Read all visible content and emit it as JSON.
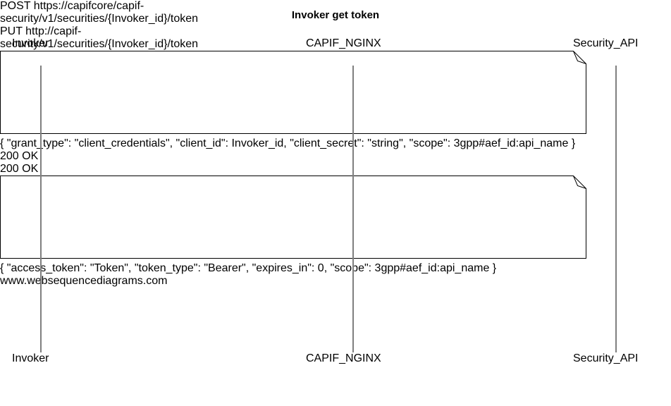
{
  "title": "Invoker get token",
  "footer": "www.websequencediagrams.com",
  "actors": [
    {
      "name": "Invoker"
    },
    {
      "name": "CAPIF_NGINX"
    },
    {
      "name": "Security_API"
    }
  ],
  "messages": [
    {
      "label": "POST https://capifcore/capif-security/v1/securities/{Invoker_id}/token",
      "from": "Invoker",
      "to": "CAPIF_NGINX",
      "line": "solid",
      "direction": "right"
    },
    {
      "label": "PUT http://capif-security/v1/securities/{Invoker_id}/token",
      "from": "CAPIF_NGINX",
      "to": "Security_API",
      "line": "solid",
      "direction": "right"
    },
    {
      "label": "200 OK",
      "from": "Security_API",
      "to": "CAPIF_NGINX",
      "line": "dashed",
      "direction": "left"
    },
    {
      "label": "200 OK",
      "from": "CAPIF_NGINX",
      "to": "Invoker",
      "line": "dashed",
      "direction": "left"
    }
  ],
  "notes": [
    {
      "lines": [
        "{",
        "    \"grant_type\": \"client_credentials\",",
        "    \"client_id\": Invoker_id,",
        "    \"client_secret\": \"string\",",
        "    \"scope\": 3gpp#aef_id:api_name",
        "}"
      ]
    },
    {
      "lines": [
        "{",
        "  \"access_token\": \"Token\",",
        "  \"token_type\": \"Bearer\",",
        "  \"expires_in\": 0,",
        "  \"scope\": 3gpp#aef_id:api_name",
        "}"
      ]
    }
  ],
  "colors": {
    "actor_fill": "#4d79bb",
    "actor_border": "#2e5590",
    "actor_text": "#ffffff",
    "lifeline": "#7f7f7f",
    "line": "#000000",
    "note_fill": "#ffffff",
    "background": "#ffffff"
  }
}
